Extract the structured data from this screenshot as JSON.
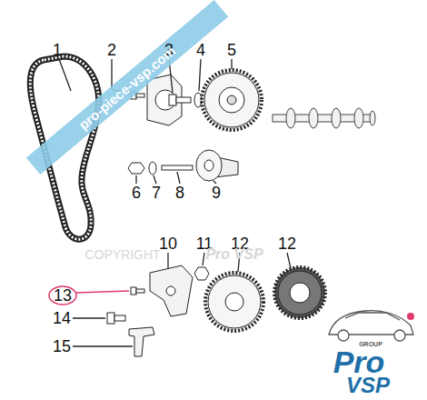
{
  "diagram": {
    "labels": [
      "1",
      "2",
      "3",
      "4",
      "5",
      "6",
      "7",
      "8",
      "9",
      "10",
      "11",
      "12",
      "12",
      "13",
      "14",
      "15",
      "pro-piece-vsp.com",
      "COPYRIGHT",
      "Pro VSP",
      "GROUP",
      "Pro",
      "VSP"
    ]
  }
}
